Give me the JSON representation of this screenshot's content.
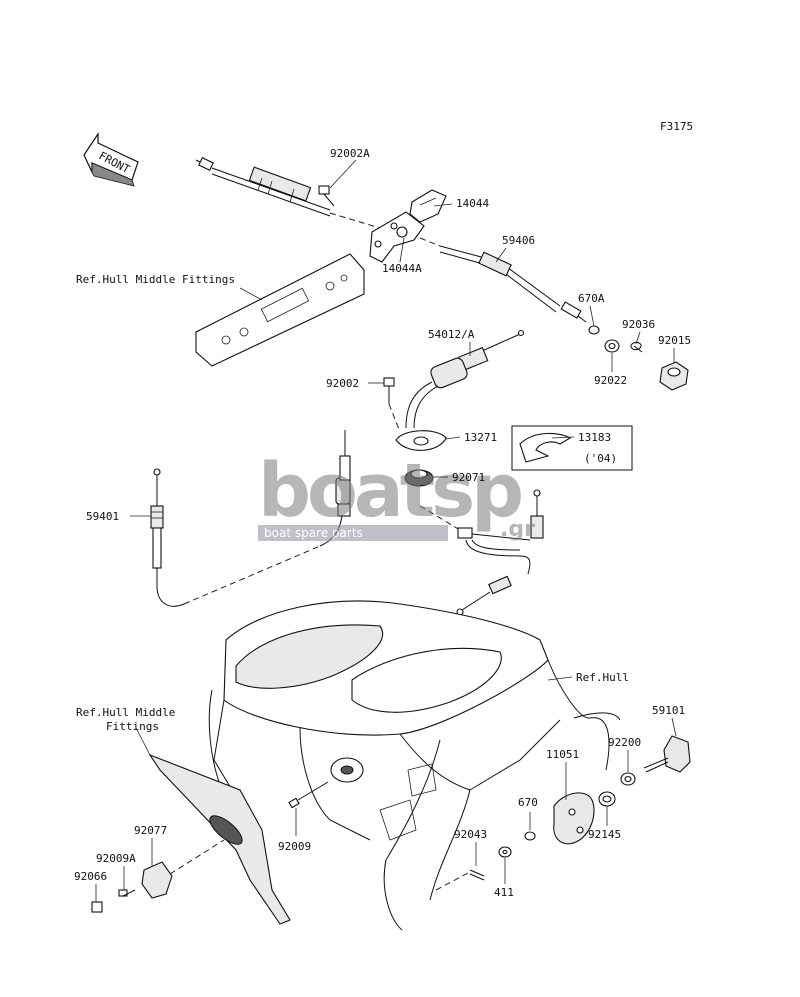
{
  "figure_code": "F3175",
  "front_label": "FRONT",
  "parts": {
    "p92002A": "92002A",
    "p14044": "14044",
    "p14044A": "14044A",
    "p59406": "59406",
    "p670A": "670A",
    "p92036": "92036",
    "p92015": "92015",
    "p92022": "92022",
    "p54012A": "54012/A",
    "p92002": "92002",
    "p13271": "13271",
    "p13183": "13183",
    "p13183_note": "('04)",
    "p92071": "92071",
    "p59401": "59401",
    "p59101": "59101",
    "p92200": "92200",
    "p11051": "11051",
    "p670": "670",
    "p92145": "92145",
    "p92043": "92043",
    "p411": "411",
    "p92009": "92009",
    "p92077": "92077",
    "p92009A": "92009A",
    "p92066": "92066"
  },
  "references": {
    "hull_middle_fittings_top": "Ref.Hull Middle Fittings",
    "hull": "Ref.Hull",
    "hull_middle_fittings_bottom_1": "Ref.Hull Middle",
    "hull_middle_fittings_bottom_2": "Fittings"
  },
  "watermark": {
    "logo_text": "boatsp",
    "suffix": ".gr",
    "tagline": "boat spare parts"
  }
}
